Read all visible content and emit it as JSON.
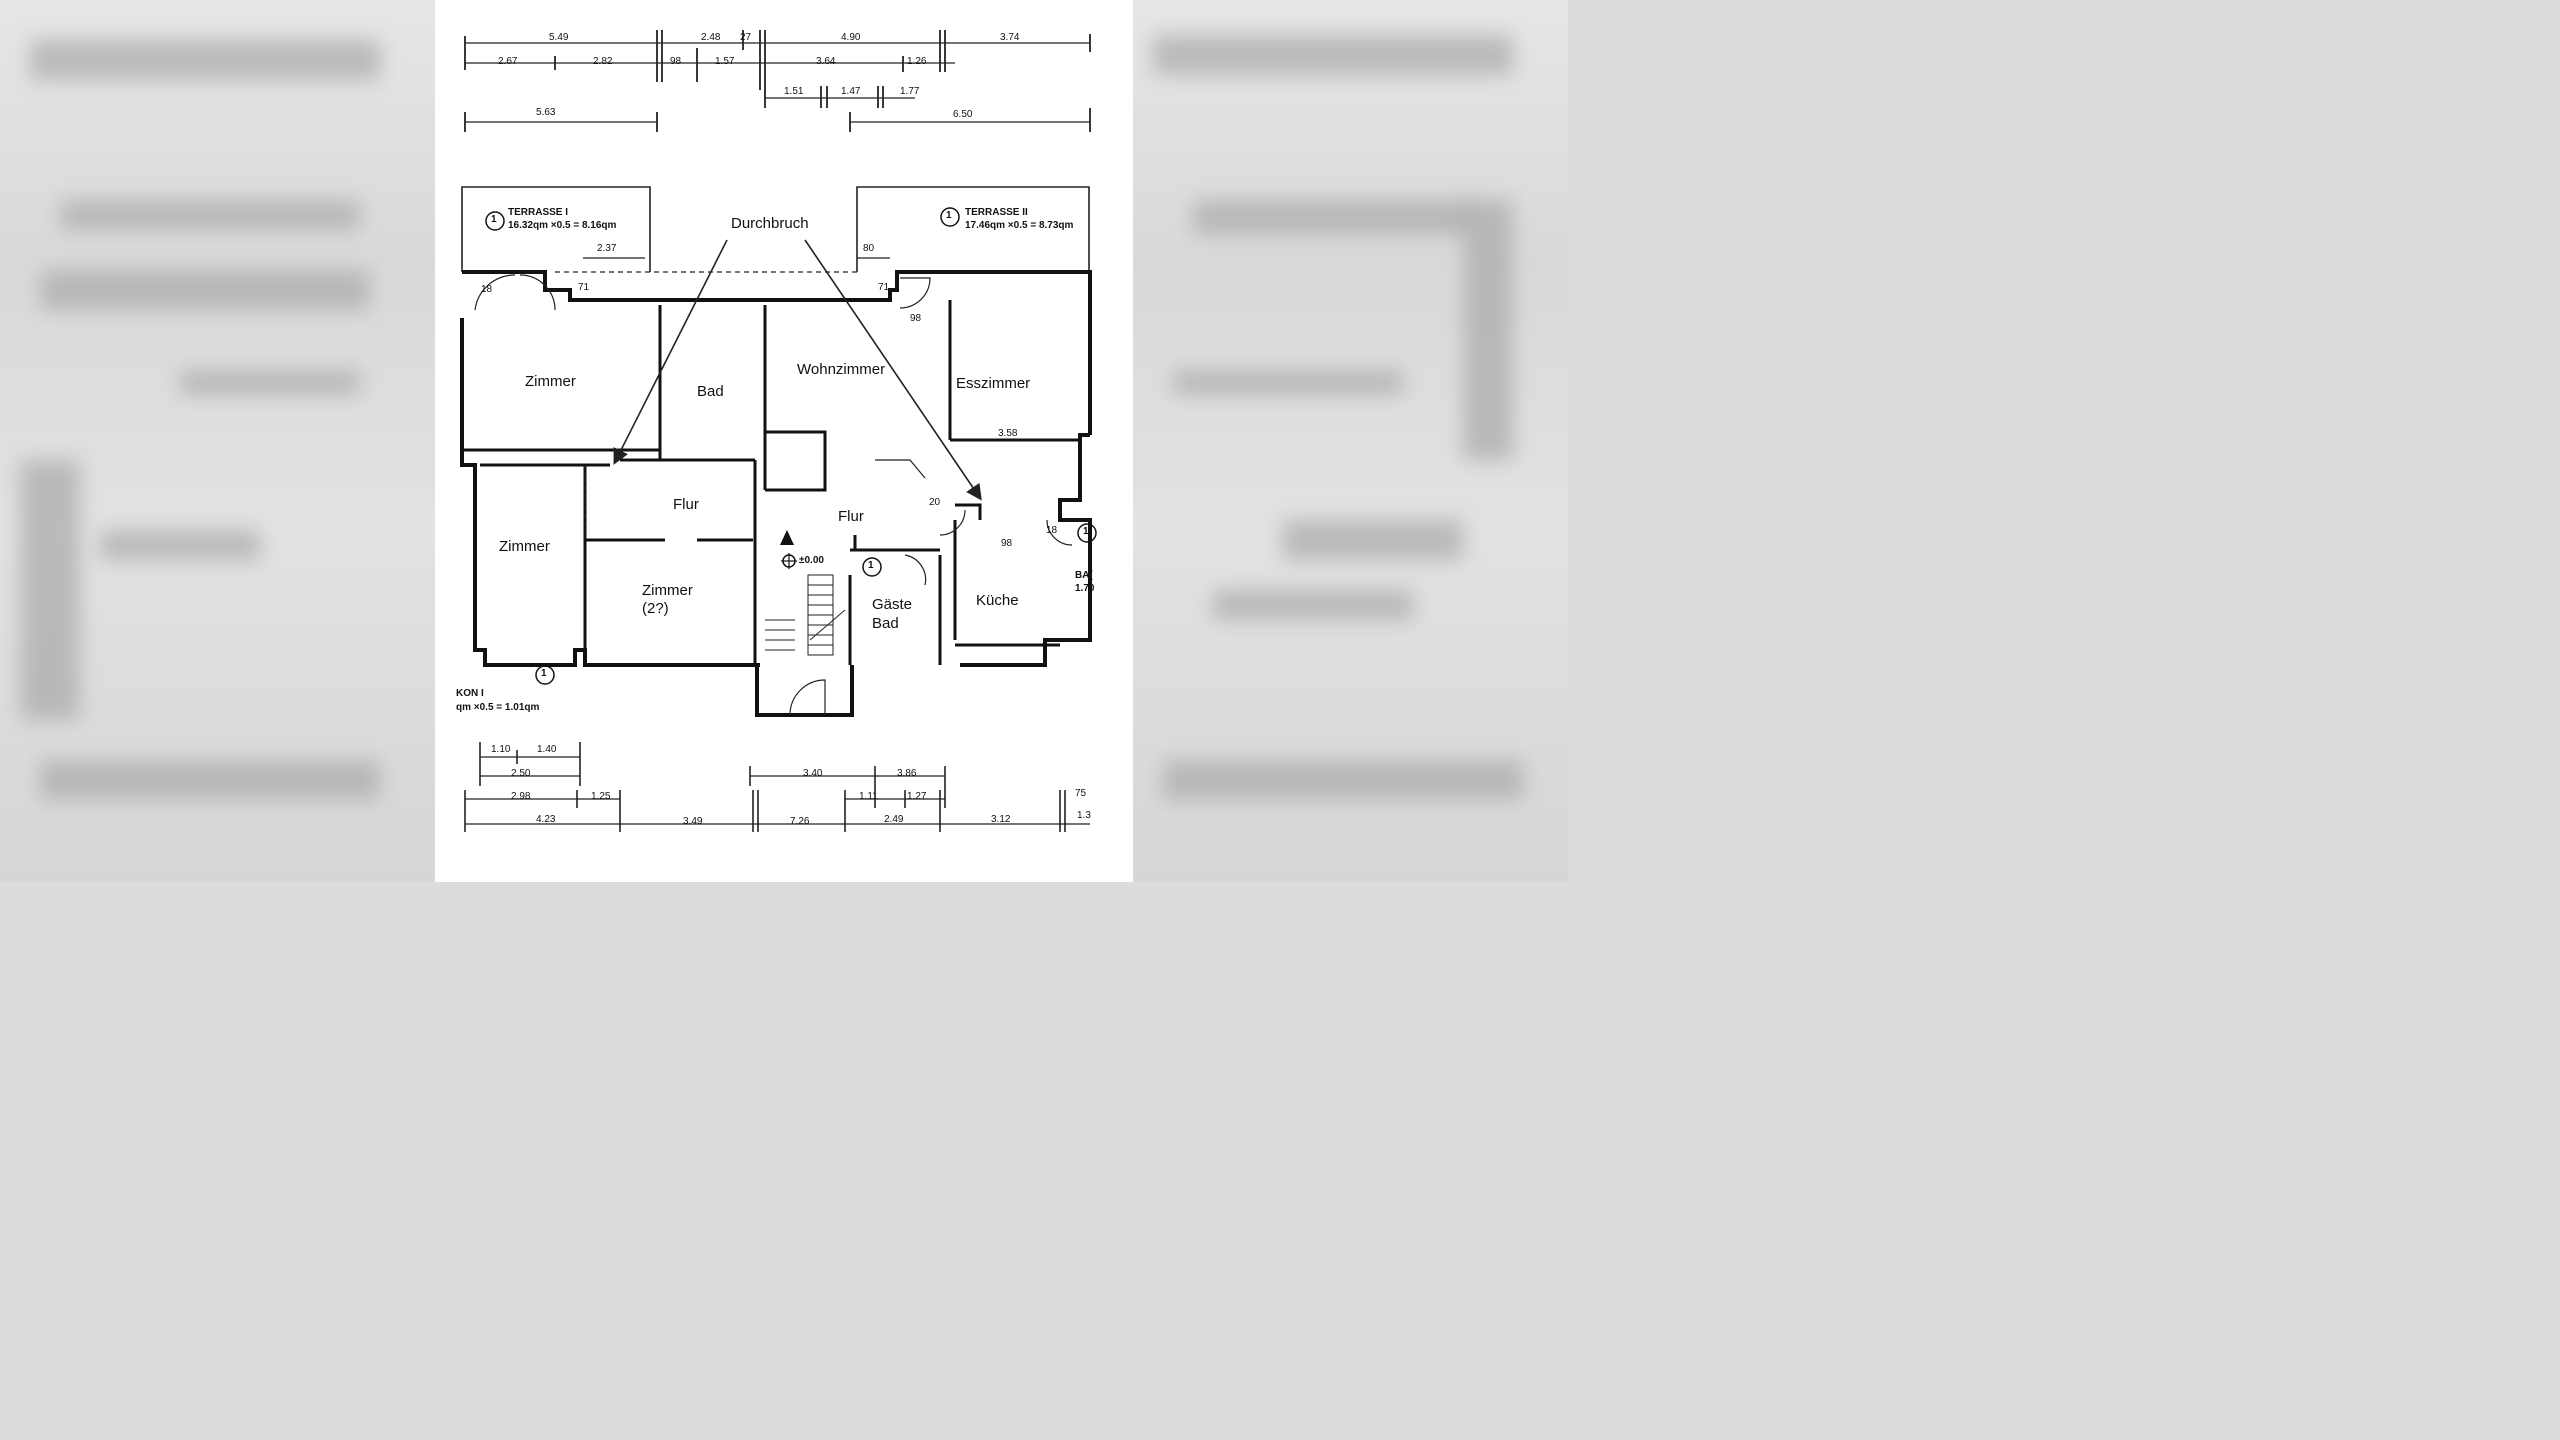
{
  "annotation": "Durchbruch",
  "rooms": {
    "zimmer_top": "Zimmer",
    "bad": "Bad",
    "wohnzimmer": "Wohnzimmer",
    "esszimmer": "Esszimmer",
    "zimmer_left": "Zimmer",
    "flur_left": "Flur",
    "flur_right": "Flur",
    "zimmer_2_line1": "Zimmer",
    "zimmer_2_line2": "(2?)",
    "gaeste_bad_line1": "Gäste",
    "gaeste_bad_line2": "Bad",
    "kueche": "Küche"
  },
  "terraces": {
    "t1_marker": "1",
    "t1_title": "TERRASSE I",
    "t1_area": "16.32qm ×0.5 = 8.16qm",
    "t2_marker": "1",
    "t2_title": "TERRASSE II",
    "t2_area": "17.46qm ×0.5 = 8.73qm",
    "balkon_marker": "1",
    "balkon_label": "KON I",
    "balkon_area": "qm ×0.5 = 1.01qm",
    "entry_marker": "1",
    "side_marker": "1"
  },
  "level_mark": "±0.00",
  "bad_side": {
    "line1": "BA(",
    "line2": "1.70"
  },
  "dimensions": {
    "top_row1": [
      "5.49",
      "2.48",
      "27",
      "4.90",
      "3.74"
    ],
    "top_row2": [
      "2.67",
      "2.82",
      "98",
      "1.57",
      "3.64",
      "1.26"
    ],
    "top_row3": [
      "1.51",
      "1.47",
      "1.77"
    ],
    "top_row4": [
      "5.63",
      "6.50"
    ],
    "terrace_inner": [
      "2.37",
      "80",
      "71",
      "71"
    ],
    "interior": [
      "3.58",
      "18",
      "98",
      "18",
      "98",
      "20"
    ],
    "bottom_row1": [
      "1.10",
      "1.40"
    ],
    "bottom_row2": [
      "2.50",
      "3.40",
      "3.86"
    ],
    "bottom_row3": [
      "2.98",
      "1.25",
      "1.11",
      "1.27",
      "75"
    ],
    "bottom_row4": [
      "4.23",
      "3.49",
      "7.26",
      "2.49",
      "3.12",
      "1.3"
    ]
  }
}
